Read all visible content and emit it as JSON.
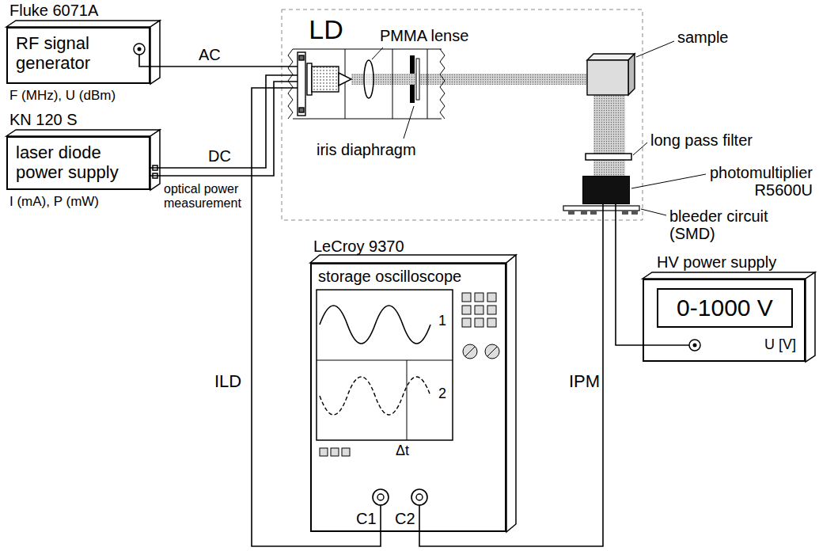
{
  "diagram": {
    "nodes": [
      {
        "text": [
          "Fluke 6071A",
          "RF signal generator"
        ]
      },
      {
        "text": [
          "KN 120 S",
          "laser diode power supply"
        ]
      },
      {
        "text": [
          "LeCroy 9370",
          "storage oscilloscope"
        ]
      },
      {
        "text": [
          "HV power supply"
        ]
      },
      {
        "text": [
          "0-1000 V"
        ],
        "in": 3
      },
      {
        "text": [
          "LD"
        ]
      },
      {
        "text": [
          "photomultiplier R5600U"
        ]
      }
    ],
    "edges": [
      {
        "from": 0,
        "to": 5,
        "arrow": "none",
        "label": "AC"
      },
      {
        "from": 1,
        "to": 5,
        "arrow": "none",
        "label": "DC"
      },
      {
        "from": 1,
        "to": 5,
        "arrow": "none",
        "label": "optical power measurement"
      },
      {
        "from": 2,
        "to": 5,
        "arrow": "none",
        "label": "ILD"
      },
      {
        "from": 2,
        "to": 6,
        "arrow": "none",
        "label": "IPM"
      },
      {
        "from": 3,
        "to": 6,
        "arrow": "none"
      }
    ],
    "labels": [
      "F (MHz), U (dBm)",
      "I (mA), P (mW)",
      "PMMA lense",
      "sample",
      "long pass filter",
      "iris diaphragm",
      "bleeder circuit (SMD)",
      "1",
      "2",
      "Δt",
      "C1",
      "C2",
      "U [V]"
    ]
  }
}
